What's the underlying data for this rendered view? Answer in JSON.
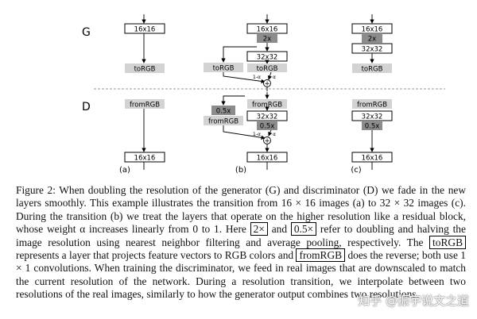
{
  "figure": {
    "row_labels": {
      "generator": "G",
      "discriminator": "D"
    },
    "columns": {
      "a": {
        "label": "(a)",
        "g_16": "16x16",
        "g_torgb": "toRGB",
        "d_fromrgb": "fromRGB",
        "d_16": "16x16"
      },
      "b": {
        "label": "(b)",
        "g_16": "16x16",
        "g_2x": "2x",
        "g_32": "32x32",
        "g_torgb_low": "toRGB",
        "g_torgb_high": "toRGB",
        "g_alpha_left": "1-α",
        "g_alpha_right": "α",
        "g_plus": "+",
        "d_fromrgb_high": "fromRGB",
        "d_32": "32x32",
        "d_05_right": "0.5x",
        "d_05_left": "0.5x",
        "d_fromrgb_low": "fromRGB",
        "d_alpha_left": "1-α",
        "d_alpha_right": "α",
        "d_plus": "+",
        "d_16": "16x16"
      },
      "c": {
        "label": "(c)",
        "g_16": "16x16",
        "g_2x": "2x",
        "g_32": "32x32",
        "g_torgb": "toRGB",
        "d_fromrgb": "fromRGB",
        "d_32": "32x32",
        "d_05": "0.5x",
        "d_16": "16x16"
      }
    }
  },
  "caption": {
    "part1": "Figure 2: When doubling the resolution of the generator (G) and discriminator (D) we fade in the new layers smoothly. This example illustrates the transition from 16 × 16 images (a) to 32 × 32 images (c). During the transition (b) we treat the layers that operate on the higher resolution like a residual block, whose weight α increases linearly from 0 to 1. Here",
    "box_2x": "2×",
    "and1": "and",
    "box_05x": "0.5×",
    "part2": "refer to doubling and halving the image resolution using nearest neighbor filtering and average pooling, respectively. The",
    "box_torgb": "toRGB",
    "part3": "represents a layer that projects feature vectors to RGB colors and",
    "box_fromrgb": "fromRGB",
    "part4": "does the reverse; both use 1 × 1 convolutions. When training the discriminator, we feed in real images that are downscaled to match the current resolution of the network. During a resolution transition, we interpolate between two resolutions of the real images, similarly to how the generator output combines two resolutions."
  },
  "watermark": "知乎 @振宇说文之道",
  "colors": {
    "light_box": "#d3d3d3",
    "dark_box": "#8c8c8c",
    "divider": "#999999"
  }
}
